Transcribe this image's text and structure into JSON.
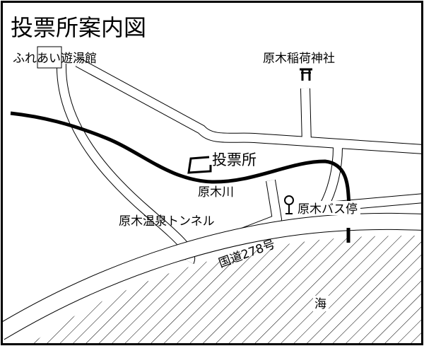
{
  "title": "投票所案内図",
  "labels": {
    "fureai": "ふれあい遊湯館",
    "shrine": "原木稲荷神社",
    "polling_station": "投票所",
    "river": "原木川",
    "tunnel": "原木温泉トンネル",
    "bus_stop": "原木バス停",
    "route": "国道278号",
    "sea": "海"
  },
  "icons": {
    "shrine": "torii-icon",
    "bus_stop": "bus-stop-icon",
    "polling_station": "building-outline"
  },
  "colors": {
    "ink": "#000000",
    "background": "#ffffff"
  }
}
